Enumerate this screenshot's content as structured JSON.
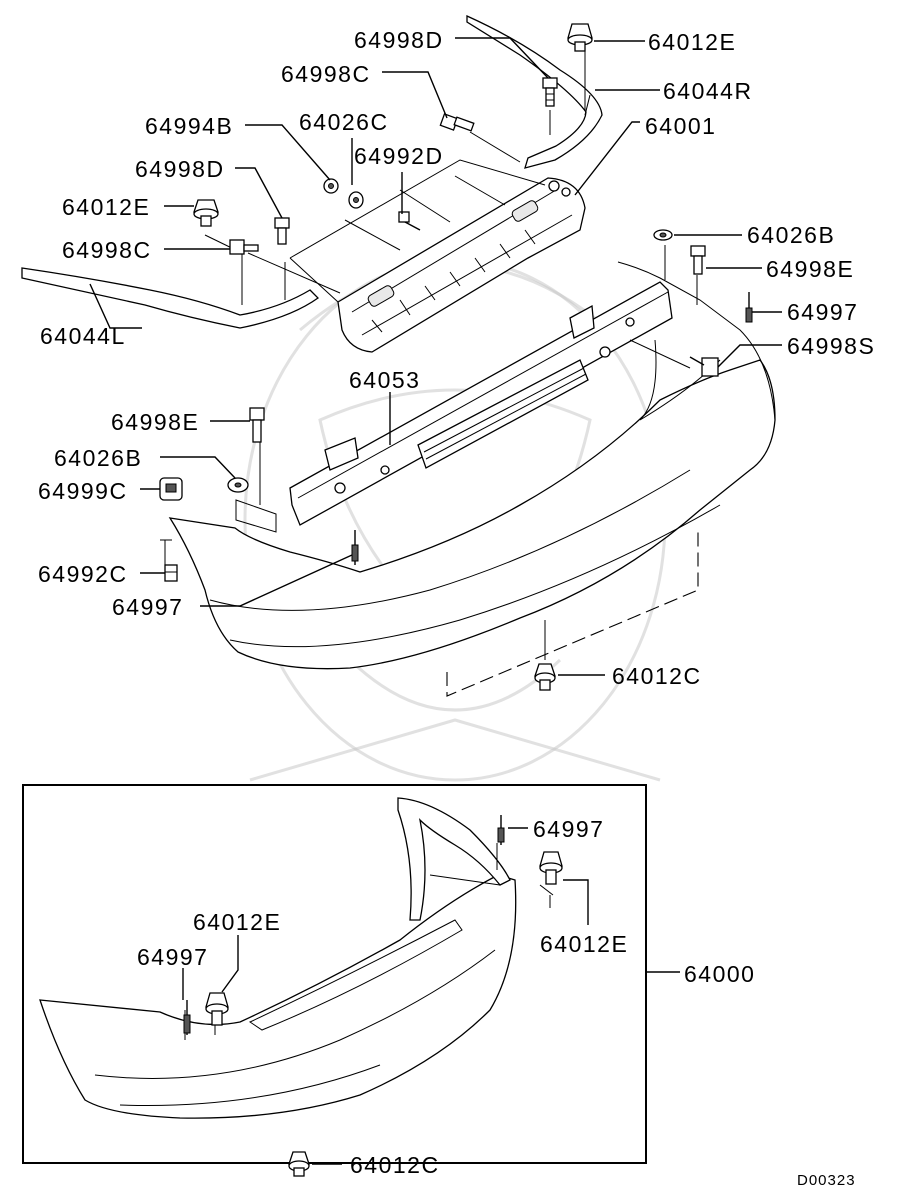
{
  "labels": {
    "p64998D_top": "64998D",
    "p64012E_top": "64012E",
    "p64998C_top": "64998C",
    "p64044R": "64044R",
    "p64994B": "64994B",
    "p64026C": "64026C",
    "p64001": "64001",
    "p64992D": "64992D",
    "p64998D_left": "64998D",
    "p64012E_left": "64012E",
    "p64026B_right": "64026B",
    "p64998C_left": "64998C",
    "p64998E_right": "64998E",
    "p64997_right": "64997",
    "p64044L": "64044L",
    "p64998S": "64998S",
    "p64053": "64053",
    "p64998E_left": "64998E",
    "p64026B_left": "64026B",
    "p64999C": "64999C",
    "p64992C": "64992C",
    "p64997_left": "64997",
    "p64012C_upper": "64012C",
    "inset_64997_top": "64997",
    "inset_64012E_right": "64012E",
    "inset_64012E_left": "64012E",
    "inset_64997_left": "64997",
    "inset_64000": "64000",
    "inset_64012C": "64012C"
  },
  "diagram_code": "D00323"
}
